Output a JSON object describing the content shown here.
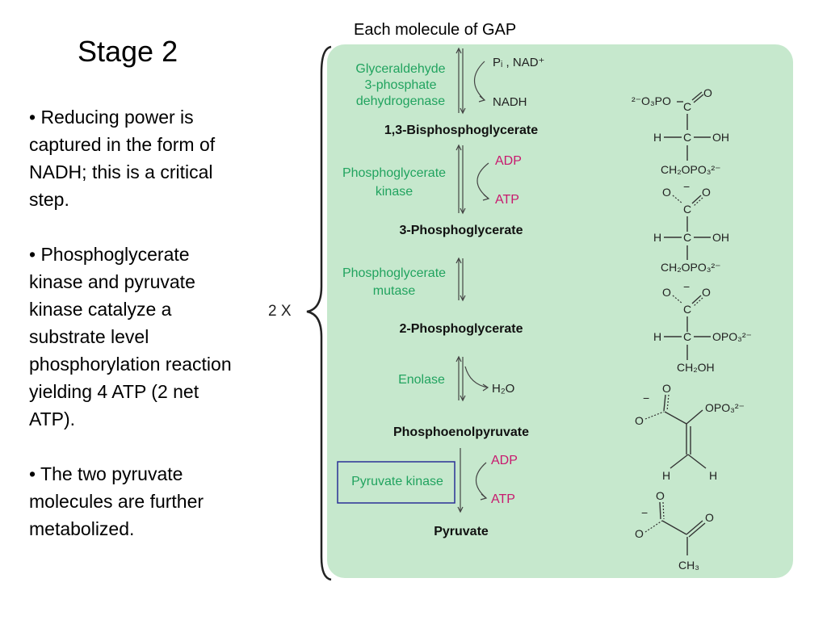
{
  "title": "Stage 2",
  "bullets": [
    "• Reducing power is captured in the form of NADH; this is a critical step.",
    "• Phosphoglycerate kinase and pyruvate kinase catalyze a substrate level phosphorylation reaction yielding 4 ATP (2 net ATP).",
    "• The two pyruvate molecules are further metabolized."
  ],
  "caption": "Each molecule of GAP",
  "multiplier": "2 X",
  "steps": [
    {
      "enzyme": [
        "Glyceraldehyde",
        "3-phosphate",
        "dehydrogenase"
      ],
      "cofactor_in": "Pᵢ , NAD⁺",
      "cofactor_out": "NADH",
      "product": "1,3-Bisphosphoglycerate"
    },
    {
      "enzyme": [
        "Phosphoglycerate",
        "kinase"
      ],
      "cofactor_in": "ADP",
      "cofactor_out": "ATP",
      "product": "3-Phosphoglycerate"
    },
    {
      "enzyme": [
        "Phosphoglycerate",
        "mutase"
      ],
      "product": "2-Phosphoglycerate"
    },
    {
      "enzyme": [
        "Enolase"
      ],
      "cofactor_out": "H₂O",
      "product": "Phosphoenolpyruvate"
    },
    {
      "enzyme": [
        "Pyruvate kinase"
      ],
      "cofactor_in": "ADP",
      "cofactor_out": "ATP",
      "product": "Pyruvate",
      "highlighted": true
    }
  ],
  "structures": {
    "bpg": {
      "phospho": "²⁻O₃PO",
      "o": "O",
      "c": "C",
      "h": "H",
      "oh": "OH",
      "ch2": "CH₂OPO₃²⁻"
    },
    "pg3": {
      "o1": "O",
      "charge": "−",
      "o2": "O",
      "c": "C",
      "h": "H",
      "oh": "OH",
      "ch2": "CH₂OPO₃²⁻"
    },
    "pg2": {
      "o1": "O",
      "charge": "−",
      "o2": "O",
      "c": "C",
      "h": "H",
      "opo3": "OPO₃²⁻",
      "ch2": "CH₂OH"
    },
    "pep": {
      "charge": "−",
      "o": "O",
      "o2": "O",
      "opo3": "OPO₃²⁻",
      "h1": "H",
      "h2": "H"
    },
    "pyr": {
      "o": "O",
      "charge": "−",
      "o2": "O",
      "o3": "O",
      "ch3": "CH₃"
    }
  },
  "colors": {
    "panel": "#c6e8cd",
    "enzyme": "#21a35f",
    "cofactor": "#c8196e",
    "highlight_box": "#2a3196"
  }
}
